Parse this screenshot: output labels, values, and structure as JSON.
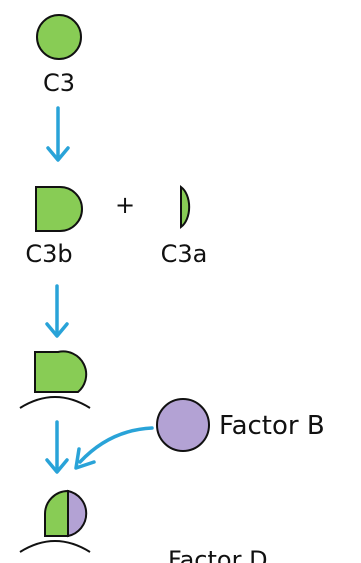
{
  "nodes": {
    "c3": {
      "label": "C3"
    },
    "c3b": {
      "label": "C3b"
    },
    "c3a": {
      "label": "C3a"
    },
    "plus": {
      "label": "+"
    },
    "factor_b": {
      "label": "Factor B"
    },
    "factor_d": {
      "label": "Factor D"
    }
  },
  "colors": {
    "fragment_green": "#88cc55",
    "factor_b_purple": "#b3a2d4",
    "arrow_blue": "#29a3d8",
    "outline": "#111111"
  }
}
